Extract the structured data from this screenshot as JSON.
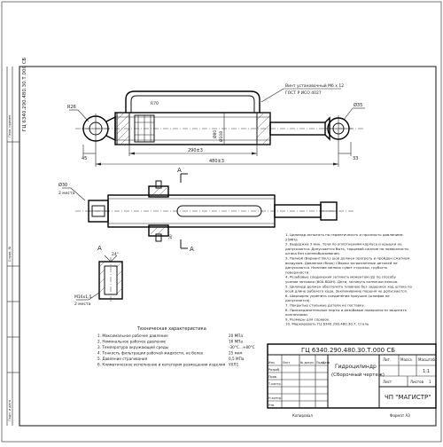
{
  "sheet": {
    "side_stamp": "ГЦ 6340.290.480.30.Т.000 СБ",
    "left_strip_top": "Перв. примен.",
    "left_strip_mid": "Справ. №",
    "left_strip_bottom": "Подп. и дата"
  },
  "main_view": {
    "dim_total": "480±3",
    "dim_stroke": "290±3",
    "dim_left": "45",
    "dim_right": "33",
    "dim_dia": "Ø108",
    "dim_dia2": "Ø80",
    "dim_eye_left": "R26",
    "dim_eye_right": "Ø35",
    "leader_note1": "Винт установочный М6 х 12",
    "leader_note2": "ГОСТ Р ИСО 4027",
    "leader_r": "R70"
  },
  "section_view": {
    "label_a_top": "A",
    "label_a_bottom": "A",
    "dim_30": "Ø30",
    "dim_len": "2 места",
    "dim_30_side": "30"
  },
  "detail_view": {
    "label": "A",
    "dim_angle": "24°",
    "dim_thread": "М16х1,5",
    "dim_places": "2 места"
  },
  "tech_spec": {
    "title": "Техническая характеристика",
    "rows": [
      {
        "label": "1. Максимальное рабочее давление",
        "value": "20 МПа"
      },
      {
        "label": "2. Номинальное рабочее давление",
        "value": "16 МПа"
      },
      {
        "label": "3. Температура окружающей среды",
        "value": "-30°С...+80°С"
      },
      {
        "label": "4. Тонкость фильтрации рабочей жидкости, не более",
        "value": "25 мкм"
      },
      {
        "label": "5. Давление страгивания",
        "value": "0,5 МПа"
      },
      {
        "label": "6. Климатическое исполнение и категория размещения изделия",
        "value": "УХЛ1"
      }
    ]
  },
  "tech_req": {
    "items": [
      "1. Цилиндр испытать на герметичность и прочность давлением 25МПа",
      "2. Выдержка 3 мин. Течи по уплотнениям корпуса и крышки не допускаются. Допускается быть, торцевой сжатие на поверхности штока без каплеобразования.",
      "3. Паяной (Вариант Вкл.) шов должен прогреть и пройден сжатием воздухом. Давление (блок) Сборки загрязненные деталей не допускаются. Наличие мелких сувит стружки, грубость поверхности.",
      "4. Резьбовые соединения затянуть моментом (Д) по способу усилия затяжки (600-800Н). Дети, затянуть колпачки нельзя.",
      "5. Цилиндр должен обеспечить плавную без задержек ход штока по всей длине рабочего хода. Заклинивание поршня не допускается.",
      "6. Шарнирно укрепить соединение проушин (шлифов не допускается).",
      "7. Покрытые стальные детали не поставку.",
      "8. Присоединительные порты и резьбовые поверхности защитить колпачками.",
      "9. Размеры для справок.",
      "10. Маркировать ГЦ 6340.290.480.30.Т. Сталь"
    ]
  },
  "title_block": {
    "doc_code": "ГЦ 6340.290.480.30.Т.000 СБ",
    "name_line1": "Гидроцилиндр",
    "name_line2": "(Сборочный чертеж)",
    "company": "ЧП \"МАГИСТР\"",
    "col_lit": "Лит.",
    "col_mass": "Масса",
    "col_scale": "Масштаб",
    "scale_value": "1:1",
    "sheet_label": "Лист",
    "sheets_label": "Листов",
    "sheets_value": "1",
    "row_labels": [
      "Изм.",
      "Лист",
      "№ докум.",
      "Подп.",
      "Дата"
    ],
    "role_labels": [
      "Разраб.",
      "Пров.",
      "Т.контр.",
      "",
      "Н.контр.",
      "Утв."
    ],
    "bottom_left": "Копировал",
    "bottom_right": "Формат А3"
  }
}
